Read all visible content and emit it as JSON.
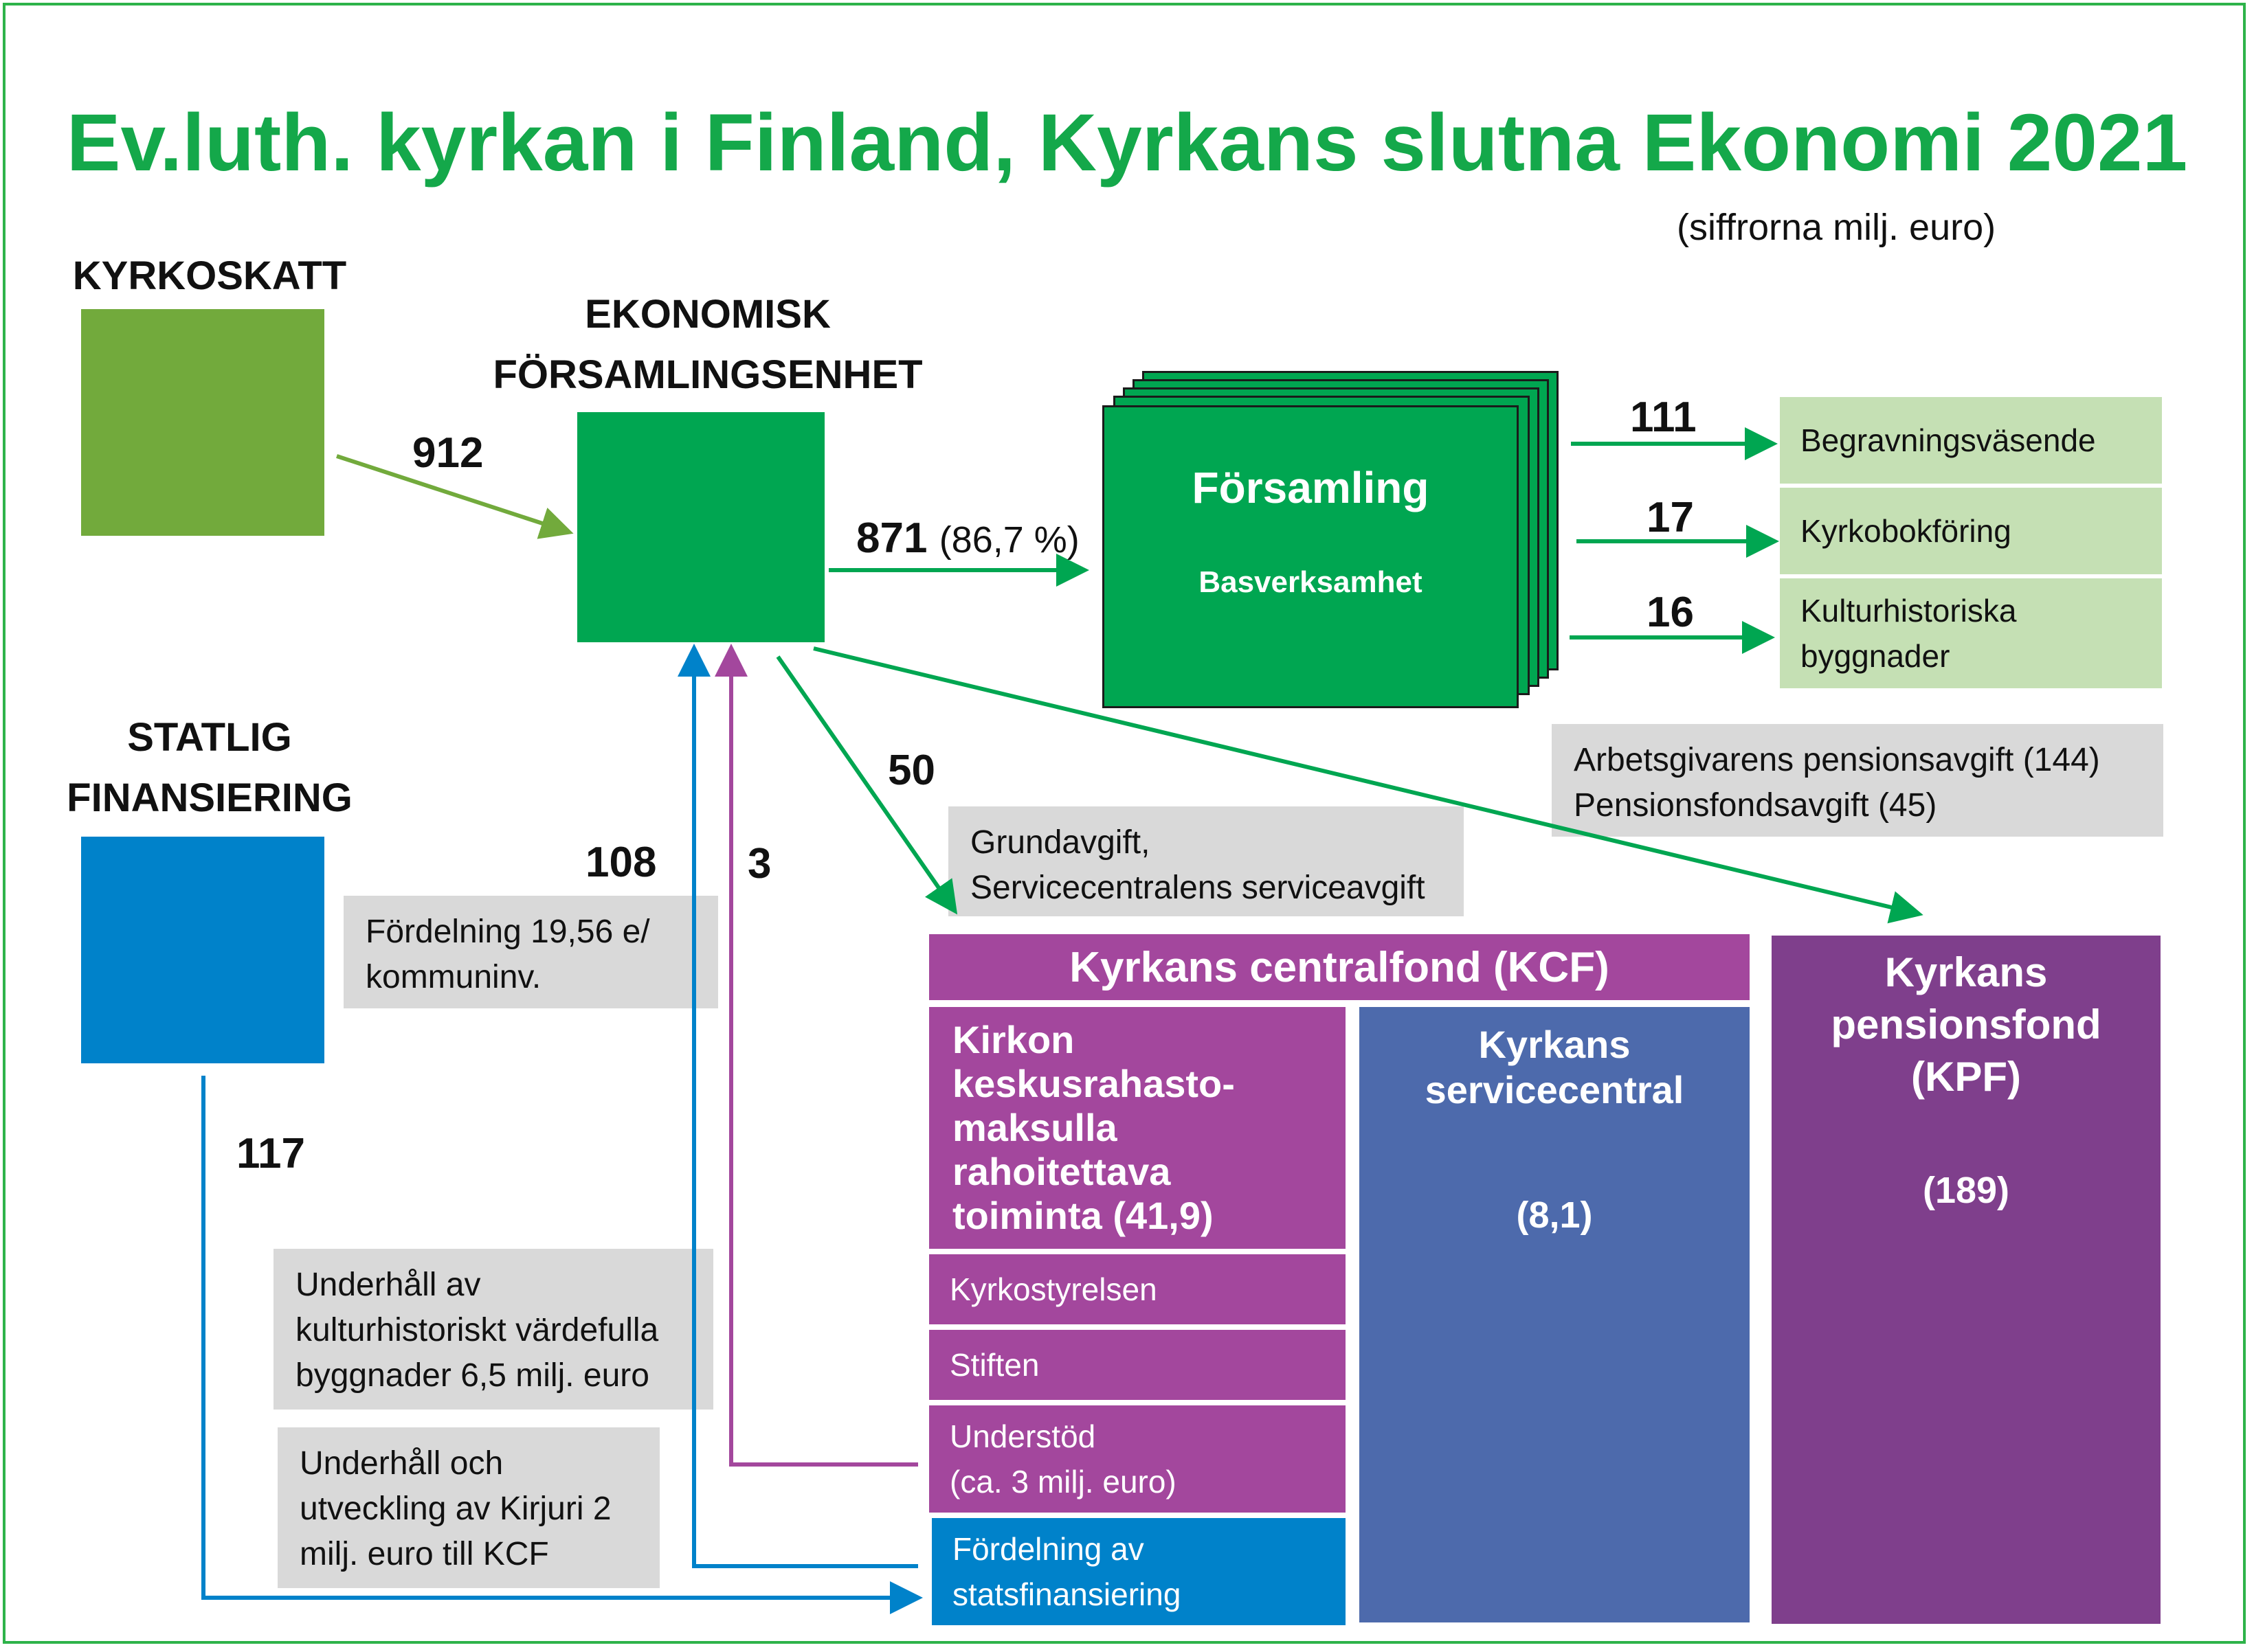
{
  "title": "Ev.luth. kyrkan i Finland, Kyrkans slutna Ekonomi 2021",
  "subtitle": "(siffrorna milj. euro)",
  "sources": {
    "kyrkoskatt": "KYRKOSKATT",
    "statlig_line1": "STATLIG",
    "statlig_line2": "FINANSIERING"
  },
  "unit": {
    "line1": "EKONOMISK",
    "line2": "FÖRSAMLINGSENHET"
  },
  "forsamling": {
    "title": "Församling",
    "subtitle": "Basverksamhet"
  },
  "flows": {
    "tax_to_unit": "912",
    "unit_to_forsamling": "871",
    "unit_to_forsamling_note": "(86,7 %)",
    "unit_to_kcf": "50",
    "state_to_unit": "108",
    "kcf_to_unit": "3",
    "state_to_kcf": "117",
    "to_begravning": "111",
    "to_kyrkobok": "17",
    "to_kultur": "16"
  },
  "outputs": {
    "begravning": "Begravningsväsende",
    "kyrkobok": "Kyrkobokföring",
    "kultur_line1": "Kulturhistoriska",
    "kultur_line2": "byggnader"
  },
  "notes": {
    "pension_line1": "Arbetsgivarens pensionsavgift (144)",
    "pension_line2": "Pensionsfondsavgift (45)",
    "grund_line1": "Grundavgift,",
    "grund_line2": "Servicecentralens serviceavgift",
    "fordelning_line1": "Fördelning 19,56 e/",
    "fordelning_line2": "kommuninv.",
    "underhall1_line1": "Underhåll av",
    "underhall1_line2": "kulturhistoriskt värdefulla",
    "underhall1_line3": "byggnader 6,5 milj. euro",
    "underhall2_line1": "Underhåll och",
    "underhall2_line2": "utveckling av Kirjuri 2",
    "underhall2_line3": "milj. euro till KCF"
  },
  "kcf": {
    "header": "Kyrkans centralfond (KCF)",
    "kirkon_line1": "Kirkon",
    "kirkon_line2": "keskusrahasto-",
    "kirkon_line3": "maksulla",
    "kirkon_line4": "rahoitettava",
    "kirkon_line5": "toiminta  (41,9)",
    "kyrkostyrelsen": "Kyrkostyrelsen",
    "stiften": "Stiften",
    "understod_line1": "Understöd",
    "understod_line2": "(ca. 3 milj. euro)",
    "fordelning_line1": "Fördelning av",
    "fordelning_line2": "statsfinansiering"
  },
  "service": {
    "line1": "Kyrkans",
    "line2": "servicecentral",
    "value": "(8,1)"
  },
  "kpf": {
    "line1": "Kyrkans",
    "line2": "pensionsfond",
    "line3": "(KPF)",
    "value": "(189)"
  },
  "colors": {
    "title_green": "#14a84a",
    "light_green": "#72aa3c",
    "dark_green": "#00a651",
    "blue": "#0082ca",
    "purple": "#a3479d",
    "slate_blue": "#4d6aac",
    "dark_purple": "#7f3f8c",
    "grey": "#d9d9d9",
    "pale_green": "#c5e0b4"
  }
}
